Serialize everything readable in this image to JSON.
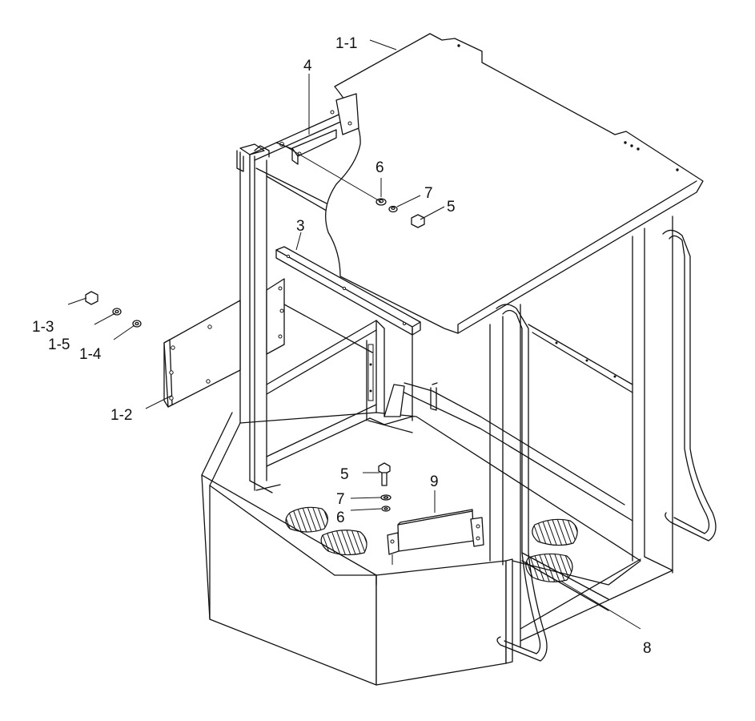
{
  "callouts": {
    "p1_1": "1-1",
    "p4": "4",
    "p6_top": "6",
    "p7_top": "7",
    "p5_top": "5",
    "p3": "3",
    "p1_3": "1-3",
    "p1_5": "1-5",
    "p1_4": "1-4",
    "p1_2": "1-2",
    "p5_bot": "5",
    "p9": "9",
    "p7_bot": "7",
    "p6_bot": "6",
    "p8": "8"
  }
}
